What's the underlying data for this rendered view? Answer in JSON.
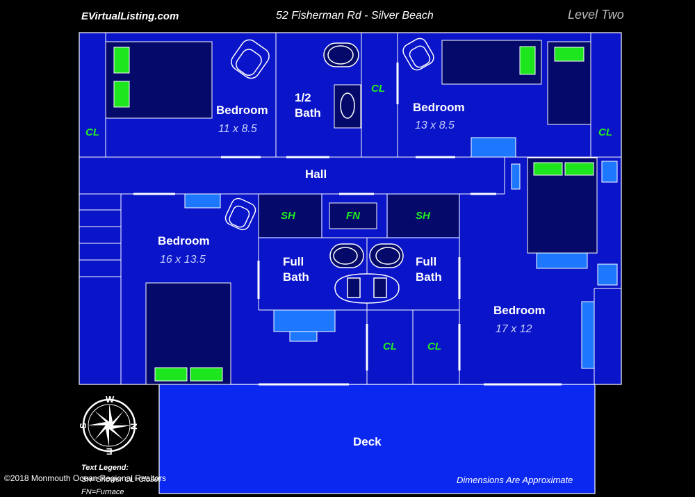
{
  "header": {
    "site": "EVirtualListing.com",
    "address": "52 Fisherman Rd - Silver Beach",
    "level": "Level Two"
  },
  "rooms": {
    "bedroom_nw": {
      "name": "Bedroom",
      "dims": "11 x 8.5"
    },
    "half_bath": {
      "name_line1": "1/2",
      "name_line2": "Bath"
    },
    "bedroom_ne": {
      "name": "Bedroom",
      "dims": "13 x 8.5"
    },
    "hall": {
      "name": "Hall"
    },
    "bedroom_w": {
      "name": "Bedroom",
      "dims": "16 x 13.5"
    },
    "full_bath_1": {
      "name_line1": "Full",
      "name_line2": "Bath"
    },
    "full_bath_2": {
      "name_line1": "Full",
      "name_line2": "Bath"
    },
    "bedroom_se": {
      "name": "Bedroom",
      "dims": "17 x 12"
    },
    "deck": {
      "name": "Deck"
    }
  },
  "codes": {
    "closet": "CL",
    "shower": "SH",
    "furnace": "FN"
  },
  "compass": {
    "n": "N",
    "s": "S",
    "e": "E",
    "w": "W"
  },
  "legend": {
    "title": "Text Legend:",
    "line1": "SH=Shower CL=Closet",
    "line2": "FN=Furnace"
  },
  "footer": {
    "copyright": "©2018 Monmouth Ocean Regional Realtors",
    "disclaimer": "Dimensions Are Approximate"
  },
  "colors": {
    "floor": "#0a14c8",
    "deck": "#0a28f0",
    "furniture_dark": "#050a6a",
    "window": "#1e78ff",
    "pillow": "#1ee61e",
    "wall": "#ffffff"
  }
}
